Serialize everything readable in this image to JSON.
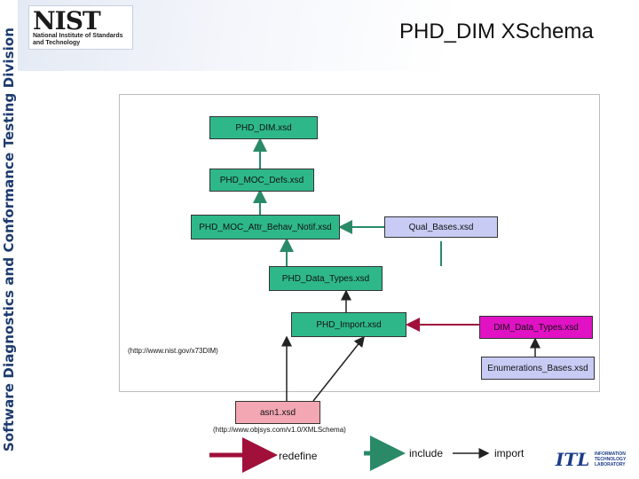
{
  "sidebar": {
    "text": "Software Diagnostics and Conformance Testing Division"
  },
  "logo": {
    "mark": "NIST",
    "subtitle": "National Institute of Standards and Technology"
  },
  "title": "PHD_DIM XSchema",
  "nodes": {
    "phd_dim": "PHD_DIM.xsd",
    "moc_defs": "PHD_MOC_Defs.xsd",
    "moc_attr": "PHD_MOC_Attr_Behav_Notif.xsd",
    "qual_bases": "Qual_Bases.xsd",
    "data_types": "PHD_Data_Types.xsd",
    "import": "PHD_Import.xsd",
    "dim_data_types": "DIM_Data_Types.xsd",
    "enumerations": "Enumerations_Bases.xsd",
    "asn1": "asn1.xsd"
  },
  "urls": {
    "nist": "(http://www.nist.gov/x73DIM)",
    "objsys": "(http://www.objsys.com/v1.0/XMLSchema)"
  },
  "legend": {
    "redefine": "redefine",
    "include": "include",
    "import": "import"
  },
  "itl_logo": {
    "mark": "ITL",
    "lines": "INFORMATION TECHNOLOGY LABORATORY"
  },
  "colors": {
    "green": "#2eb88a",
    "lavender": "#c8ccf4",
    "magenta": "#e012c4",
    "pink": "#f2a7b3",
    "redefine_arrow": "#a0103a",
    "navy": "#1c3a6e"
  }
}
